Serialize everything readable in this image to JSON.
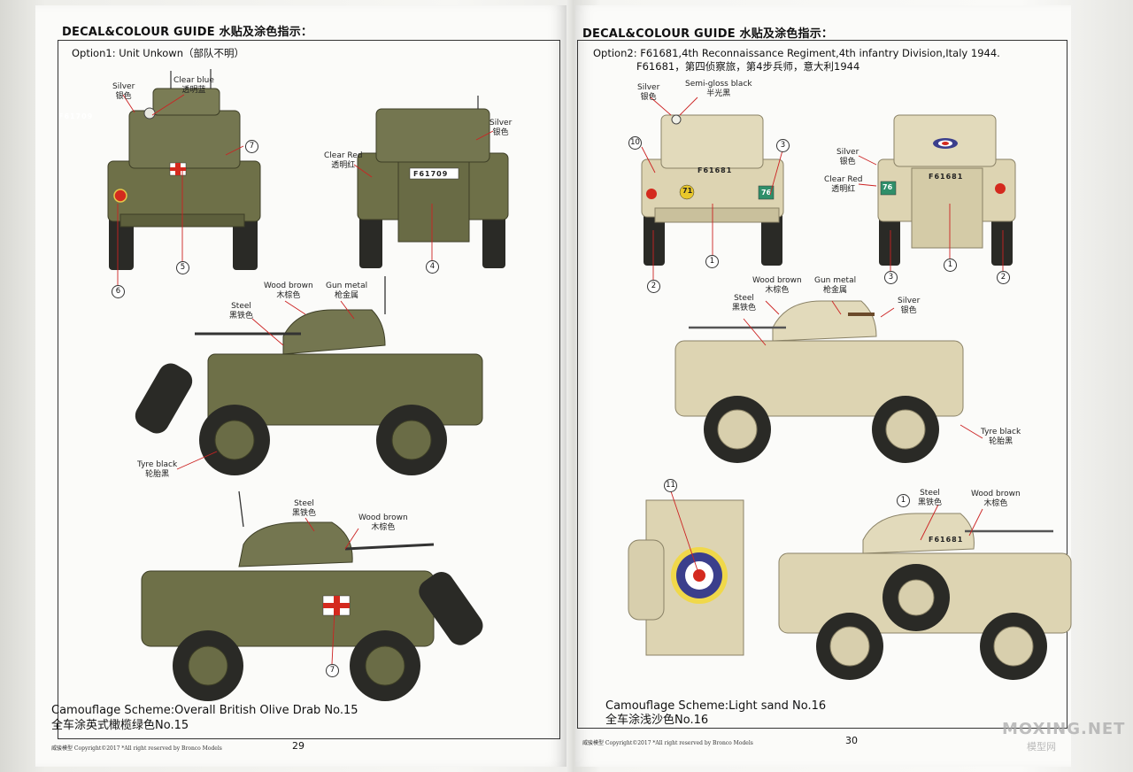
{
  "header": {
    "left_title": "DECAL&COLOUR GUIDE 水贴及涂色指示：",
    "right_title": "DECAL&COLOUR GUIDE 水贴及涂色指示："
  },
  "option1": {
    "label": "Option1: Unit Unkown（部队不明）",
    "scheme_en": "Camouflage Scheme:Overall British Olive Drab No.15",
    "scheme_cn": "全车涂英式橄榄绿色No.15",
    "plate": "F61709",
    "callouts": {
      "silver": "Silver\n银色",
      "clear_blue": "Clear blue\n透明蓝",
      "silver_r": "Silver\n银色",
      "clear_red": "Clear Red\n透明红",
      "wood_brown": "Wood brown\n木棕色",
      "gun_metal": "Gun metal\n枪金属",
      "steel": "Steel\n黑铁色",
      "tyre_black": "Tyre black\n轮胎黑",
      "steel2": "Steel\n黑铁色",
      "wood_brown2": "Wood brown\n木棕色"
    },
    "numbers": [
      "7",
      "5",
      "6",
      "4",
      "7"
    ]
  },
  "option2": {
    "label_line1": "Option2: F61681,4th Reconnaissance Regiment,4th infantry Division,Italy 1944.",
    "label_line2": "F61681，第四侦察旅，第4步兵师，意大利1944",
    "scheme_en": "Camouflage Scheme:Light sand No.16",
    "scheme_cn": "全车涂浅沙色No.16",
    "plate": "F61681",
    "tac_71": "71",
    "tac_76": "76",
    "callouts": {
      "silver": "Silver\n银色",
      "semi_gloss": "Semi-gloss black\n半光黑",
      "silver_r": "Silver\n银色",
      "clear_red": "Clear Red\n透明红",
      "wood_brown": "Wood brown\n木棕色",
      "gun_metal": "Gun metal\n枪金属",
      "steel": "Steel\n黑铁色",
      "silver_s": "Silver\n银色",
      "tyre_black": "Tyre black\n轮胎黑",
      "steel2": "Steel\n黑铁色",
      "wood_brown2": "Wood brown\n木棕色"
    },
    "numbers": [
      "10",
      "3",
      "1",
      "2",
      "3",
      "1",
      "2",
      "11",
      "1"
    ]
  },
  "footer": {
    "left_page": "29",
    "right_page": "30",
    "copyright": "威骏模型  Copyright©2017  *All right reserved by Bronco Models",
    "watermark": "MOXING.NET",
    "watermark_cn": "模型网"
  },
  "colors": {
    "olive": "#6e7048",
    "sand": "#ddd4b2",
    "tyre": "#2a2a26",
    "roundel_blue": "#3b3f8c",
    "roundel_yellow": "#f0d84a",
    "red": "#d42a1e"
  }
}
